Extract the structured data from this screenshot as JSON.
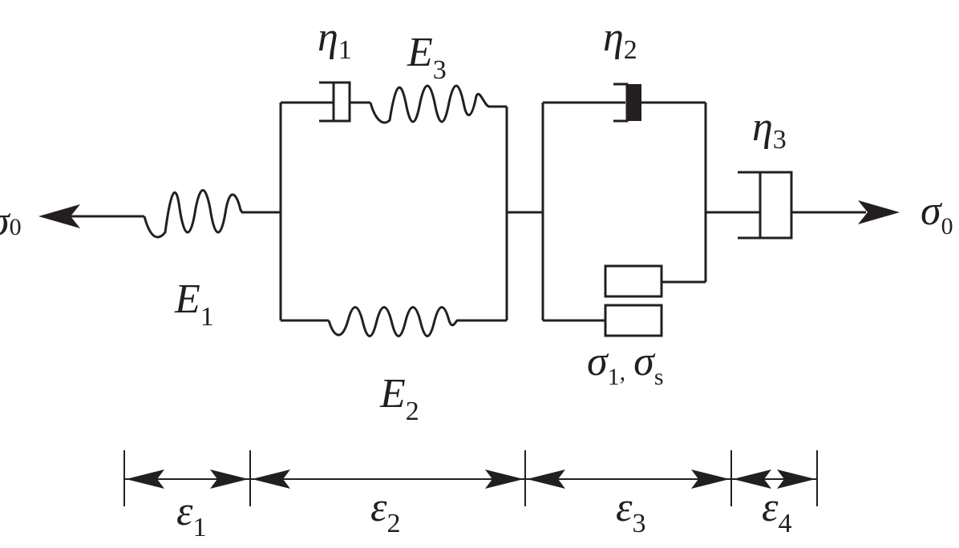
{
  "labels": {
    "e1": {
      "sym": "E",
      "sub": "1"
    },
    "e2": {
      "sym": "E",
      "sub": "2"
    },
    "e3": {
      "sym": "E",
      "sub": "3"
    },
    "eta1": {
      "sym": "η",
      "sub": "1"
    },
    "eta2": {
      "sym": "η",
      "sub": "2"
    },
    "eta3": {
      "sym": "η",
      "sub": "3"
    },
    "sigma_left": {
      "sym": "σ",
      "sub": "0"
    },
    "sigma_right": {
      "sym": "σ",
      "sub": "0"
    },
    "slider": {
      "sym1": "σ",
      "sub1": "1",
      "comma": ",",
      "sym2": "σ",
      "sub2": "s"
    },
    "strain": [
      {
        "sym": "ε",
        "sub": "1"
      },
      {
        "sym": "ε",
        "sub": "2"
      },
      {
        "sym": "ε",
        "sub": "3"
      },
      {
        "sym": "ε",
        "sub": "4"
      }
    ]
  },
  "colors": {
    "ink": "#231f20",
    "background": "#ffffff"
  }
}
